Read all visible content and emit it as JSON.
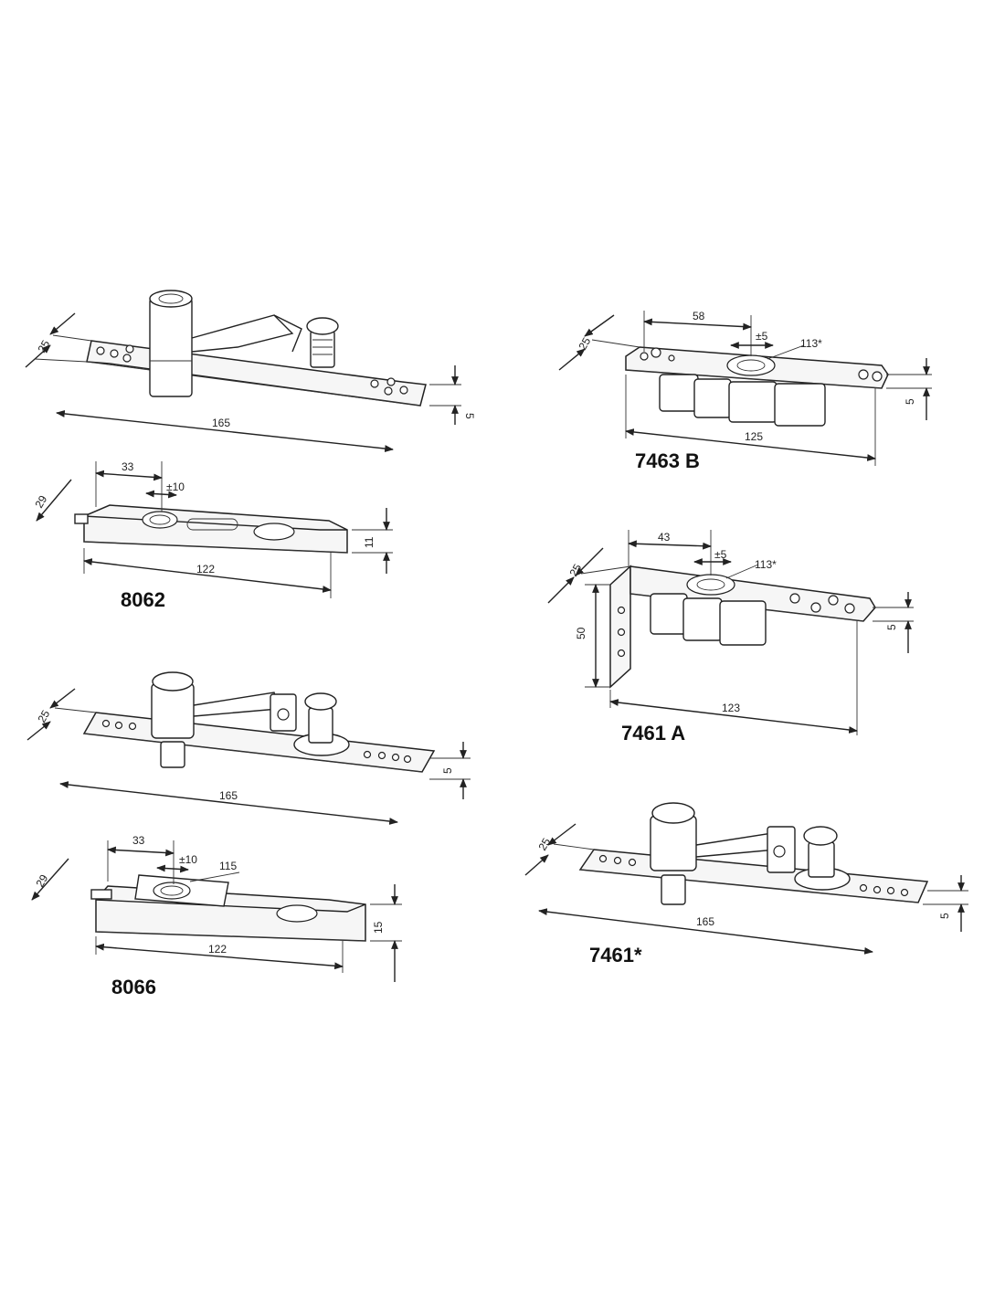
{
  "drawings": {
    "d1": {
      "model": "",
      "dims": {
        "width": "25",
        "length": "165",
        "thickness": "5"
      }
    },
    "d8062": {
      "model": "8062",
      "dims": {
        "width": "29",
        "offset": "33",
        "tolerance": "±10",
        "length": "122",
        "height": "11"
      }
    },
    "d3": {
      "model": "",
      "dims": {
        "width": "25",
        "length": "165",
        "thickness": "5"
      }
    },
    "d8066": {
      "model": "8066",
      "dims": {
        "width": "29",
        "offset": "33",
        "tolerance": "±10",
        "diameter": "115",
        "length": "122",
        "height": "15"
      }
    },
    "d7463b": {
      "model": "7463 B",
      "dims": {
        "width": "25",
        "offset": "58",
        "tolerance": "±5",
        "diameter": "113*",
        "length": "125",
        "thickness": "5"
      }
    },
    "d7461a": {
      "model": "7461 A",
      "dims": {
        "width": "25",
        "offset": "43",
        "tolerance": "±5",
        "diameter": "113*",
        "height": "50",
        "length": "123",
        "thickness": "5"
      }
    },
    "d7461s": {
      "model": "7461*",
      "dims": {
        "width": "25",
        "length": "165",
        "thickness": "5"
      }
    }
  }
}
